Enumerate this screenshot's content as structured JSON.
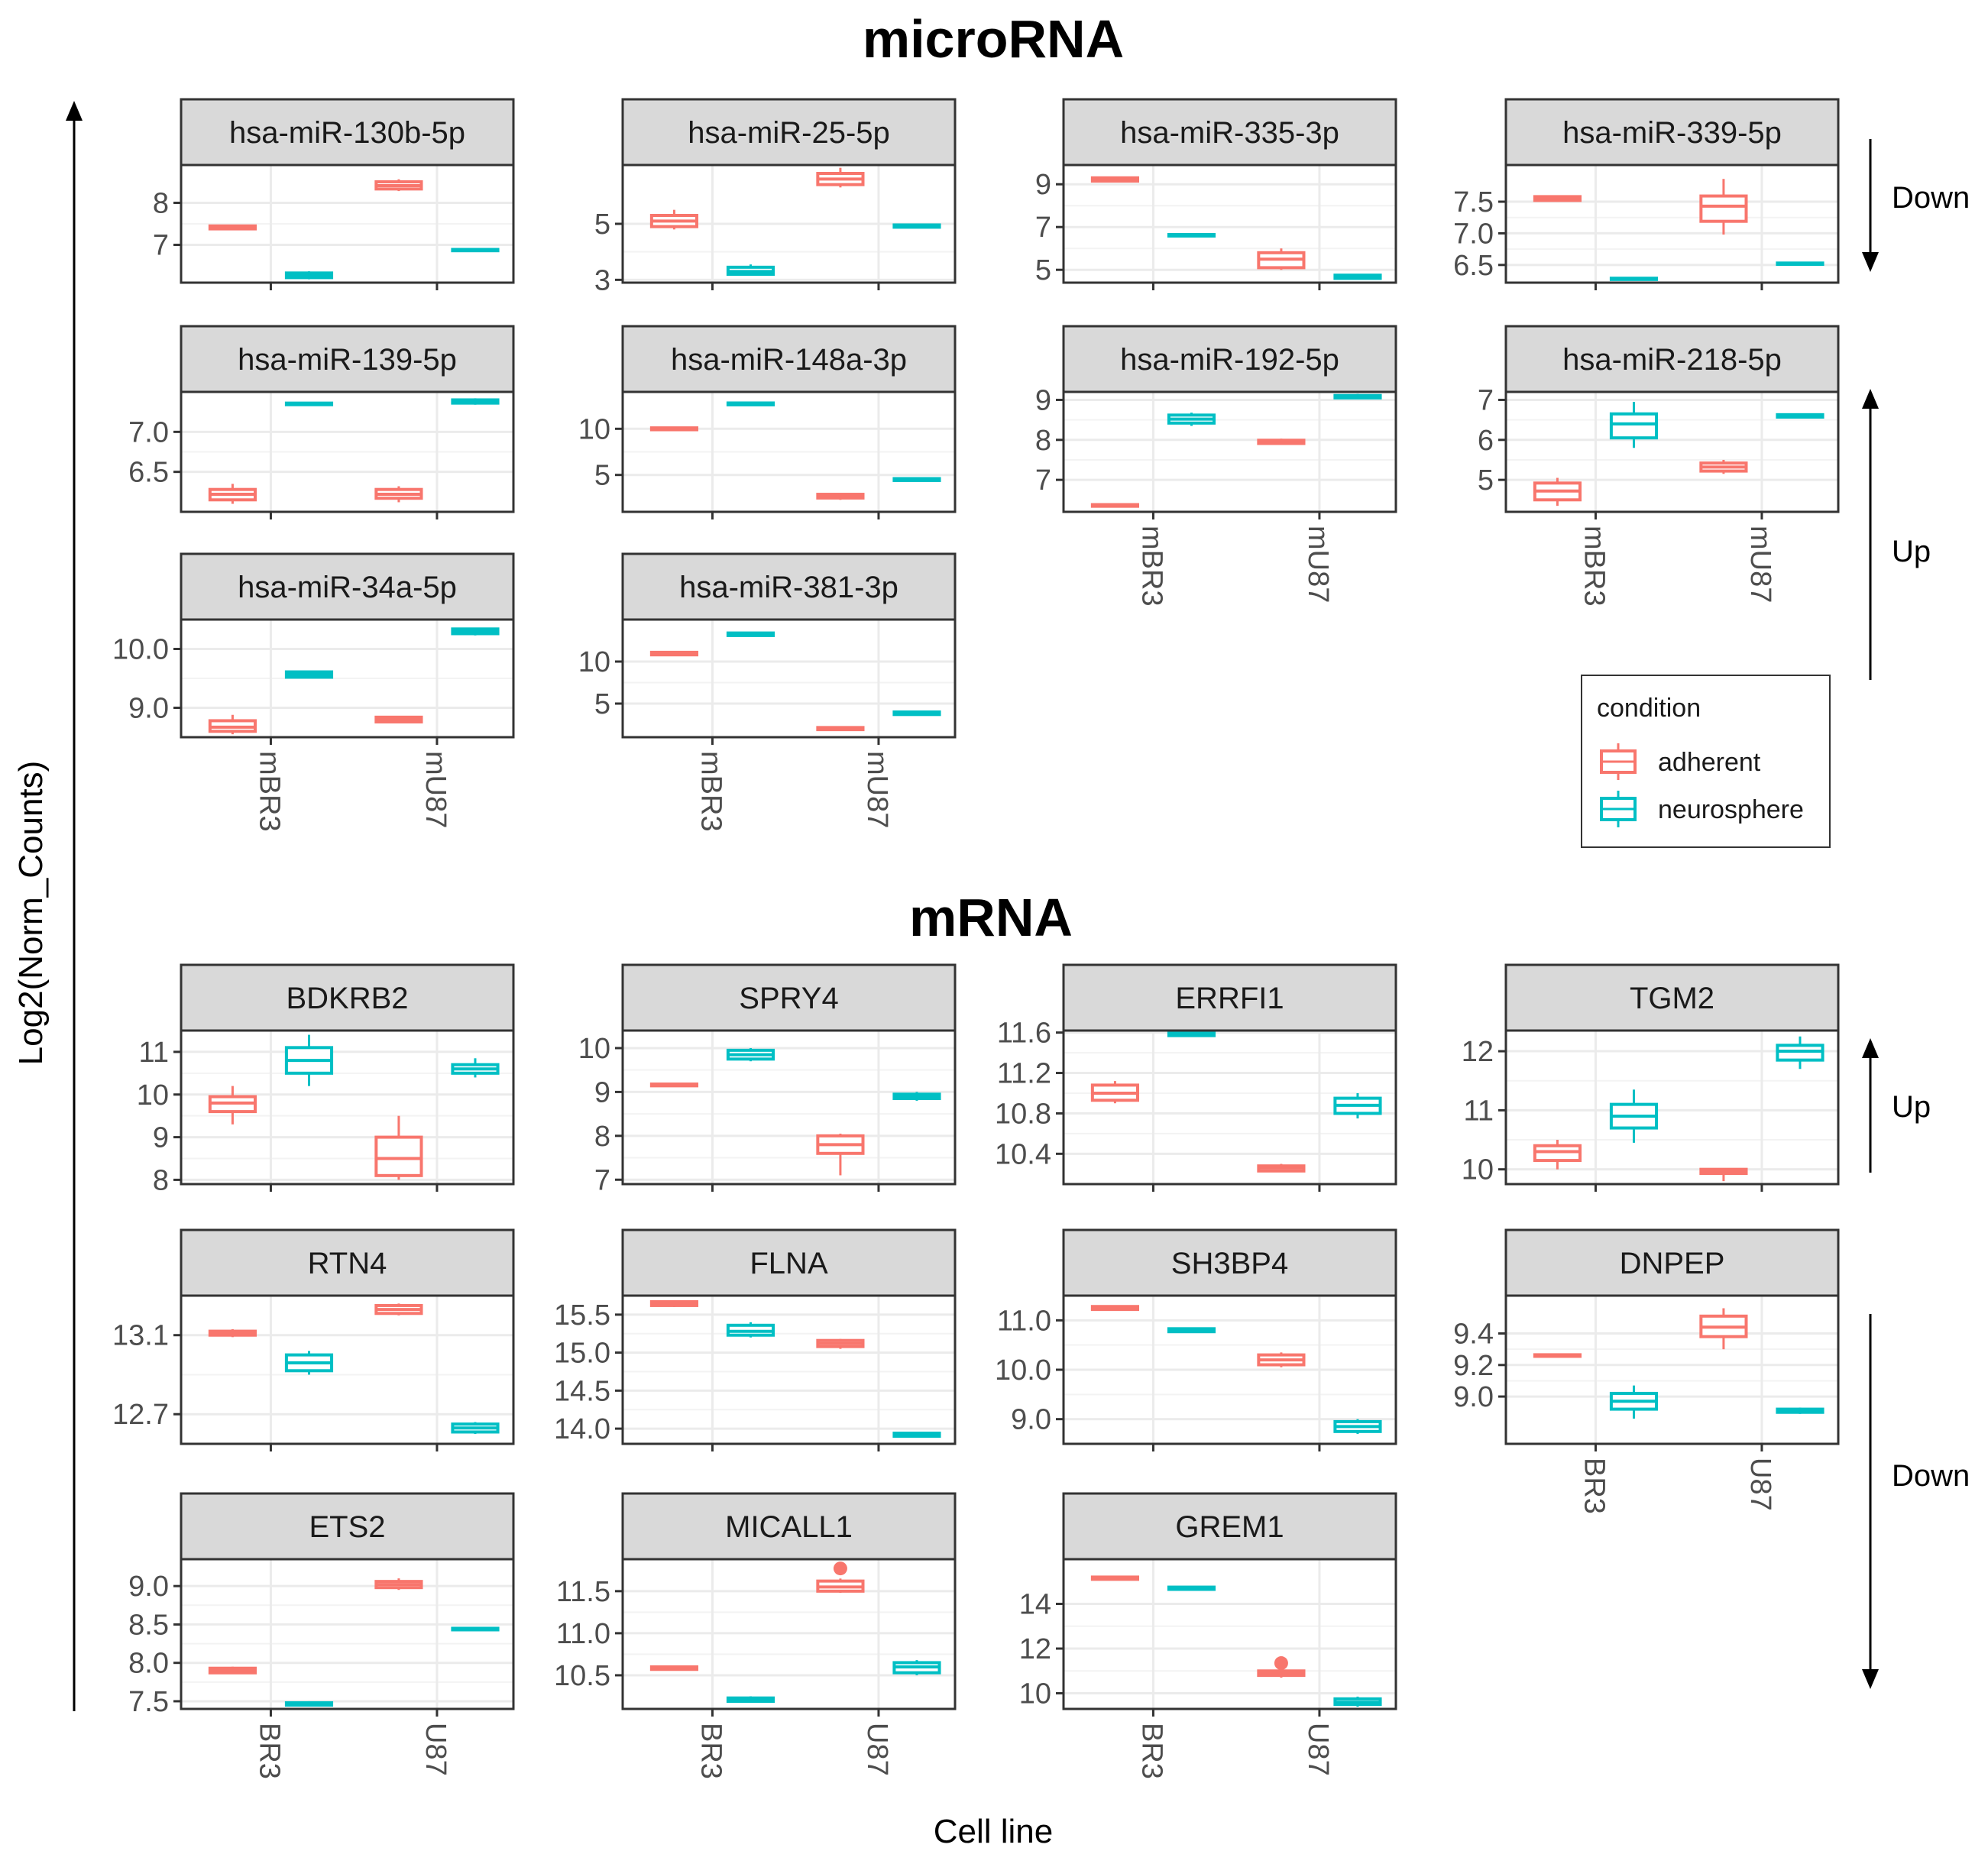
{
  "chart_data": {
    "type": "boxplot",
    "y_axis_label": "Log2(Norm_Counts)",
    "x_axis_label": "Cell line",
    "legend": {
      "title": "condition",
      "placement": "right",
      "entries": [
        {
          "label": "adherent",
          "color": "#F8766D"
        },
        {
          "label": "neurosphere",
          "color": "#00BFC4"
        }
      ]
    },
    "colors": {
      "adherent": "#F8766D",
      "neurosphere": "#00BFC4"
    },
    "sections": [
      {
        "title": "microRNA",
        "categories": [
          "mBR3",
          "mU87"
        ],
        "groups": [
          {
            "label": "Down",
            "direction": "down"
          },
          {
            "label": "Up",
            "direction": "up"
          }
        ],
        "panels": [
          {
            "name": "hsa-miR-130b-5p",
            "ylim": [
              6.1,
              8.9
            ],
            "ticks": [
              "7",
              "8"
            ],
            "adherent": [
              [
                7.36,
                7.38,
                7.41,
                7.45,
                7.47
              ],
              [
                8.28,
                8.33,
                8.41,
                8.5,
                8.56
              ]
            ],
            "neurosphere": [
              [
                6.18,
                6.22,
                6.27,
                6.33,
                6.37
              ],
              [
                6.85,
                6.86,
                6.87,
                6.89,
                6.9
              ]
            ]
          },
          {
            "name": "hsa-miR-25-5p",
            "ylim": [
              2.9,
              7.1
            ],
            "ticks": [
              "3",
              "5"
            ],
            "adherent": [
              [
                4.8,
                4.9,
                5.1,
                5.3,
                5.5
              ],
              [
                6.3,
                6.4,
                6.6,
                6.8,
                7.0
              ]
            ],
            "neurosphere": [
              [
                3.15,
                3.2,
                3.3,
                3.45,
                3.55
              ],
              [
                4.85,
                4.88,
                4.92,
                4.96,
                5.0
              ]
            ]
          },
          {
            "name": "hsa-miR-335-3p",
            "ylim": [
              4.4,
              9.9
            ],
            "ticks": [
              "5",
              "7",
              "9"
            ],
            "adherent": [
              [
                9.1,
                9.15,
                9.25,
                9.3,
                9.35
              ],
              [
                5.0,
                5.1,
                5.5,
                5.8,
                6.0
              ]
            ],
            "neurosphere": [
              [
                6.55,
                6.58,
                6.62,
                6.65,
                6.68
              ],
              [
                4.55,
                4.6,
                4.7,
                4.75,
                4.8
              ]
            ]
          },
          {
            "name": "hsa-miR-339-5p",
            "ylim": [
              6.22,
              8.08
            ],
            "ticks": [
              "6.5",
              "7.0",
              "7.5"
            ],
            "adherent": [
              [
                7.5,
                7.52,
                7.55,
                7.58,
                7.6
              ],
              [
                6.98,
                7.19,
                7.43,
                7.59,
                7.86
              ]
            ],
            "neurosphere": [
              [
                6.26,
                6.27,
                6.28,
                6.29,
                6.3
              ],
              [
                6.5,
                6.51,
                6.52,
                6.53,
                6.55
              ]
            ]
          },
          {
            "name": "hsa-miR-139-5p",
            "ylim": [
              6.0,
              7.5
            ],
            "ticks": [
              "6.5",
              "7.0"
            ],
            "adherent": [
              [
                6.1,
                6.15,
                6.22,
                6.28,
                6.35
              ],
              [
                6.12,
                6.17,
                6.22,
                6.28,
                6.32
              ]
            ],
            "neurosphere": [
              [
                7.33,
                7.34,
                7.35,
                7.36,
                7.37
              ],
              [
                7.34,
                7.36,
                7.38,
                7.4,
                7.42
              ]
            ]
          },
          {
            "name": "hsa-miR-148a-3p",
            "ylim": [
              1.0,
              14.0
            ],
            "ticks": [
              "5",
              "10"
            ],
            "adherent": [
              [
                9.8,
                9.9,
                10.0,
                10.1,
                10.2
              ],
              [
                2.3,
                2.5,
                2.7,
                2.9,
                3.0
              ]
            ],
            "neurosphere": [
              [
                12.5,
                12.6,
                12.7,
                12.8,
                12.9
              ],
              [
                4.3,
                4.4,
                4.5,
                4.6,
                4.7
              ]
            ]
          },
          {
            "name": "hsa-miR-192-5p",
            "ylim": [
              6.2,
              9.2
            ],
            "ticks": [
              "7",
              "8",
              "9"
            ],
            "adherent": [
              [
                6.32,
                6.34,
                6.36,
                6.38,
                6.4
              ],
              [
                7.88,
                7.91,
                7.95,
                7.99,
                8.03
              ]
            ],
            "neurosphere": [
              [
                8.35,
                8.42,
                8.52,
                8.62,
                8.68
              ],
              [
                9.02,
                9.05,
                9.08,
                9.11,
                9.15
              ]
            ]
          },
          {
            "name": "hsa-miR-218-5p",
            "ylim": [
              4.2,
              7.2
            ],
            "ticks": [
              "5",
              "6",
              "7"
            ],
            "adherent": [
              [
                4.35,
                4.5,
                4.72,
                4.92,
                5.05
              ],
              [
                5.15,
                5.22,
                5.32,
                5.42,
                5.5
              ]
            ],
            "neurosphere": [
              [
                5.8,
                6.05,
                6.4,
                6.65,
                6.95
              ],
              [
                6.55,
                6.57,
                6.6,
                6.63,
                6.65
              ]
            ]
          },
          {
            "name": "hsa-miR-34a-5p",
            "ylim": [
              8.5,
              10.5
            ],
            "ticks": [
              "9.0",
              "10.0"
            ],
            "adherent": [
              [
                8.55,
                8.6,
                8.67,
                8.78,
                8.88
              ],
              [
                8.74,
                8.76,
                8.8,
                8.84,
                8.86
              ]
            ],
            "neurosphere": [
              [
                9.5,
                9.52,
                9.56,
                9.61,
                9.63
              ],
              [
                10.23,
                10.26,
                10.3,
                10.34,
                10.36
              ]
            ]
          },
          {
            "name": "hsa-miR-381-3p",
            "ylim": [
              1.0,
              15.0
            ],
            "ticks": [
              "5",
              "10"
            ],
            "adherent": [
              [
                10.7,
                10.8,
                10.95,
                11.1,
                11.2
              ],
              [
                1.8,
                1.9,
                2.0,
                2.15,
                2.25
              ]
            ],
            "neurosphere": [
              [
                13.0,
                13.1,
                13.25,
                13.4,
                13.5
              ],
              [
                3.6,
                3.7,
                3.85,
                4.0,
                4.1
              ]
            ]
          }
        ]
      },
      {
        "title": "mRNA",
        "categories": [
          "BR3",
          "U87"
        ],
        "groups": [
          {
            "label": "Up",
            "direction": "up"
          },
          {
            "label": "Down",
            "direction": "down"
          }
        ],
        "panels": [
          {
            "name": "BDKRB2",
            "ylim": [
              7.9,
              11.5
            ],
            "ticks": [
              "8",
              "9",
              "10",
              "11"
            ],
            "adherent": [
              [
                9.3,
                9.6,
                9.8,
                9.95,
                10.2
              ],
              [
                8.0,
                8.1,
                8.5,
                9.0,
                9.5
              ]
            ],
            "neurosphere": [
              [
                10.2,
                10.5,
                10.8,
                11.1,
                11.4
              ],
              [
                10.4,
                10.5,
                10.6,
                10.7,
                10.85
              ]
            ]
          },
          {
            "name": "SPRY4",
            "ylim": [
              6.9,
              10.4
            ],
            "ticks": [
              "7",
              "8",
              "9",
              "10"
            ],
            "adherent": [
              [
                9.12,
                9.14,
                9.16,
                9.18,
                9.2
              ],
              [
                7.1,
                7.6,
                7.8,
                8.0,
                8.05
              ]
            ],
            "neurosphere": [
              [
                9.7,
                9.75,
                9.85,
                9.95,
                10.0
              ],
              [
                8.8,
                8.85,
                8.9,
                8.95,
                9.0
              ]
            ]
          },
          {
            "name": "ERRFI1",
            "ylim": [
              10.1,
              11.62
            ],
            "ticks": [
              "10.4",
              "10.8",
              "11.2",
              "11.6"
            ],
            "adherent": [
              [
                10.9,
                10.93,
                11.0,
                11.08,
                11.12
              ],
              [
                10.22,
                10.23,
                10.26,
                10.28,
                10.3
              ]
            ],
            "neurosphere": [
              [
                11.56,
                11.57,
                11.59,
                11.61,
                11.62
              ],
              [
                10.75,
                10.8,
                10.88,
                10.95,
                11.0
              ]
            ]
          },
          {
            "name": "TGM2",
            "ylim": [
              9.75,
              12.35
            ],
            "ticks": [
              "10",
              "11",
              "12"
            ],
            "adherent": [
              [
                10.0,
                10.15,
                10.3,
                10.4,
                10.5
              ],
              [
                9.8,
                9.93,
                9.97,
                10.0,
                10.02
              ]
            ],
            "neurosphere": [
              [
                10.45,
                10.7,
                10.9,
                11.1,
                11.35
              ],
              [
                11.7,
                11.85,
                12.0,
                12.1,
                12.25
              ]
            ]
          },
          {
            "name": "RTN4",
            "ylim": [
              12.55,
              13.3
            ],
            "ticks": [
              "12.7",
              "13.1"
            ],
            "adherent": [
              [
                13.09,
                13.1,
                13.11,
                13.12,
                13.13
              ],
              [
                13.2,
                13.21,
                13.23,
                13.25,
                13.26
              ]
            ],
            "neurosphere": [
              [
                12.9,
                12.92,
                12.96,
                13.0,
                13.02
              ],
              [
                12.6,
                12.61,
                12.63,
                12.65,
                12.66
              ]
            ]
          },
          {
            "name": "FLNA",
            "ylim": [
              13.8,
              15.75
            ],
            "ticks": [
              "14.0",
              "14.5",
              "15.0",
              "15.5"
            ],
            "adherent": [
              [
                15.6,
                15.62,
                15.64,
                15.67,
                15.69
              ],
              [
                15.05,
                15.08,
                15.12,
                15.16,
                15.18
              ]
            ],
            "neurosphere": [
              [
                15.2,
                15.23,
                15.28,
                15.36,
                15.4
              ],
              [
                13.89,
                13.9,
                13.92,
                13.94,
                13.95
              ]
            ]
          },
          {
            "name": "SH3BP4",
            "ylim": [
              8.5,
              11.5
            ],
            "ticks": [
              "9.0",
              "10.0",
              "11.0"
            ],
            "adherent": [
              [
                11.2,
                11.22,
                11.25,
                11.28,
                11.3
              ],
              [
                10.05,
                10.1,
                10.2,
                10.3,
                10.35
              ]
            ],
            "neurosphere": [
              [
                10.75,
                10.77,
                10.8,
                10.83,
                10.85
              ],
              [
                8.7,
                8.75,
                8.85,
                8.95,
                9.0
              ]
            ]
          },
          {
            "name": "DNPEP",
            "ylim": [
              8.7,
              9.64
            ],
            "ticks": [
              "9.0",
              "9.2",
              "9.4"
            ],
            "adherent": [
              [
                9.25,
                9.255,
                9.26,
                9.265,
                9.27
              ],
              [
                9.3,
                9.38,
                9.44,
                9.51,
                9.56
              ]
            ],
            "neurosphere": [
              [
                8.86,
                8.92,
                8.97,
                9.02,
                9.07
              ],
              [
                8.89,
                8.9,
                8.91,
                8.92,
                8.93
              ]
            ]
          },
          {
            "name": "ETS2",
            "ylim": [
              7.4,
              9.35
            ],
            "ticks": [
              "7.5",
              "8.0",
              "8.5",
              "9.0"
            ],
            "adherent": [
              [
                7.86,
                7.87,
                7.9,
                7.93,
                7.95
              ],
              [
                8.95,
                8.98,
                9.02,
                9.06,
                9.1
              ]
            ],
            "neurosphere": [
              [
                7.44,
                7.45,
                7.46,
                7.48,
                7.5
              ],
              [
                8.42,
                8.43,
                8.44,
                8.45,
                8.46
              ]
            ]
          },
          {
            "name": "MICALL1",
            "ylim": [
              10.1,
              11.88
            ],
            "ticks": [
              "10.5",
              "11.0",
              "11.5"
            ],
            "adherent": [
              [
                10.56,
                10.57,
                10.59,
                10.6,
                10.61
              ],
              [
                11.48,
                11.5,
                11.55,
                11.62,
                11.65
              ]
            ],
            "neurosphere": [
              [
                10.18,
                10.19,
                10.21,
                10.23,
                10.25
              ],
              [
                10.5,
                10.53,
                10.6,
                10.65,
                10.68
              ]
            ],
            "outliers": {
              "adherent": [
                [],
                [
                  11.77
                ]
              ]
            }
          },
          {
            "name": "GREM1",
            "ylim": [
              9.3,
              16.0
            ],
            "ticks": [
              "10",
              "12",
              "14"
            ],
            "adherent": [
              [
                15.05,
                15.1,
                15.15,
                15.2,
                15.25
              ],
              [
                10.7,
                10.8,
                10.9,
                11.0,
                11.1
              ]
            ],
            "neurosphere": [
              [
                14.6,
                14.65,
                14.7,
                14.75,
                14.8
              ],
              [
                9.4,
                9.5,
                9.6,
                9.75,
                9.85
              ]
            ],
            "outliers": {
              "adherent": [
                [],
                [
                  11.35
                ]
              ]
            }
          }
        ]
      }
    ]
  }
}
